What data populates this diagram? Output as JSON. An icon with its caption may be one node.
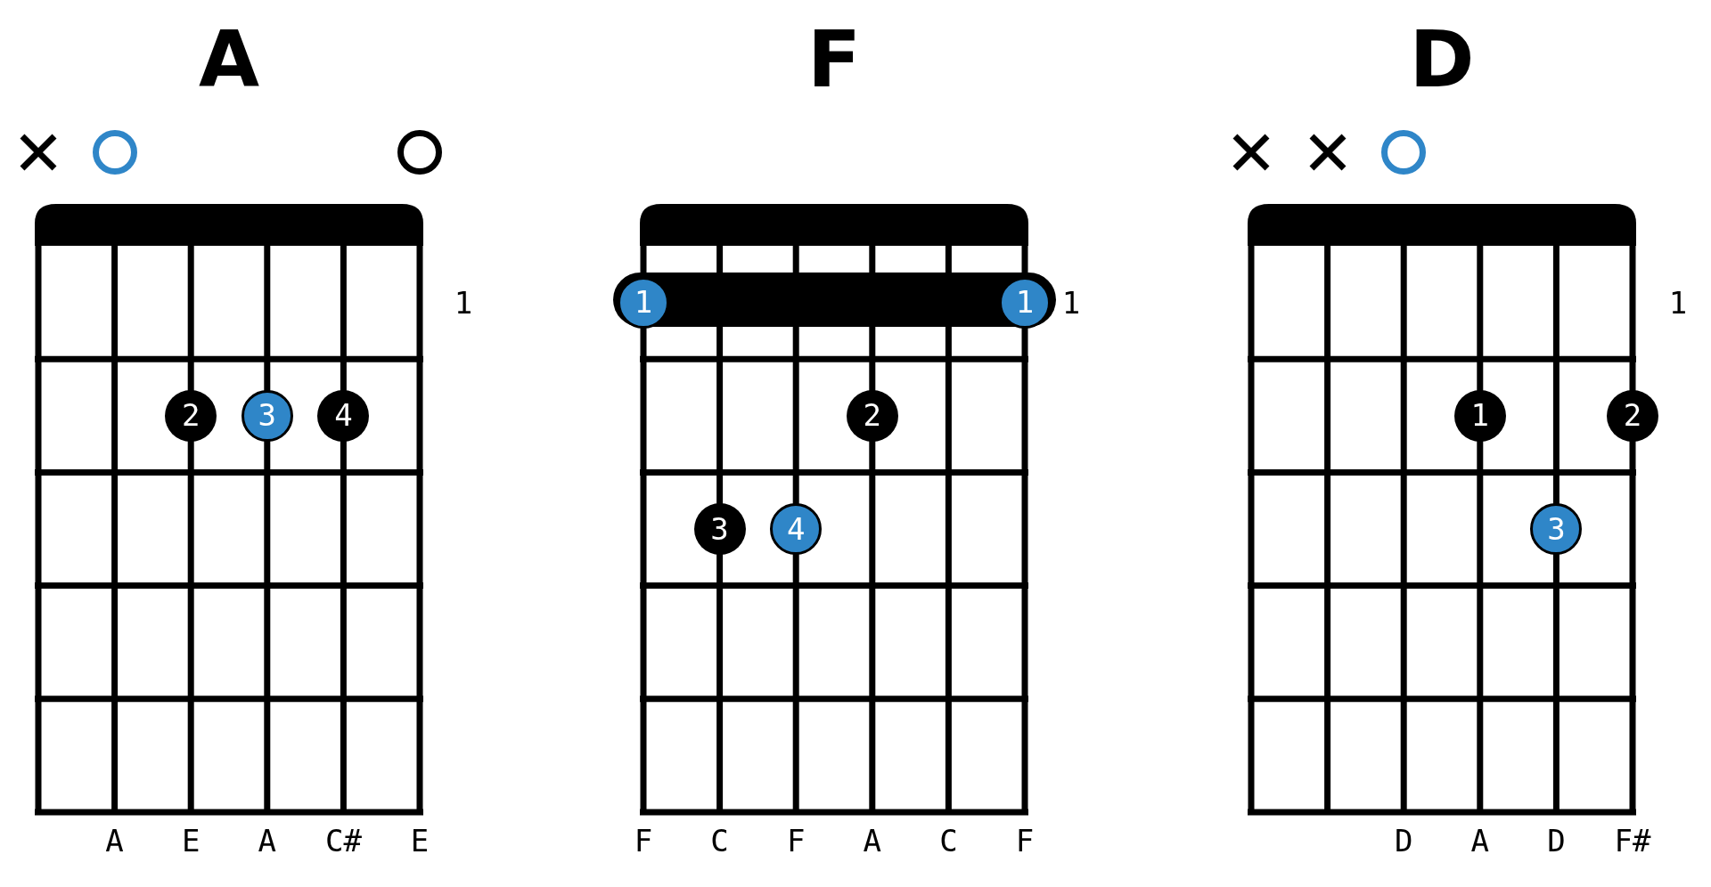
{
  "diagram": {
    "nodes": [
      {
        "text": [
          "2"
        ]
      },
      {
        "text": [
          "3"
        ]
      },
      {
        "text": [
          "4"
        ]
      },
      {
        "text": [
          "1"
        ]
      },
      {
        "text": [
          "1"
        ]
      },
      {
        "text": [
          "2"
        ]
      },
      {
        "text": [
          "3"
        ]
      },
      {
        "text": [
          "4"
        ]
      },
      {
        "text": [
          "1"
        ]
      },
      {
        "text": [
          "2"
        ]
      },
      {
        "text": [
          "3"
        ]
      }
    ],
    "labels": [
      "A",
      "F",
      "D",
      "1",
      "1",
      "1",
      "A",
      "E",
      "A",
      "C#",
      "E",
      "F",
      "C",
      "F",
      "A",
      "C",
      "F",
      "D",
      "A",
      "D",
      "F#"
    ]
  }
}
